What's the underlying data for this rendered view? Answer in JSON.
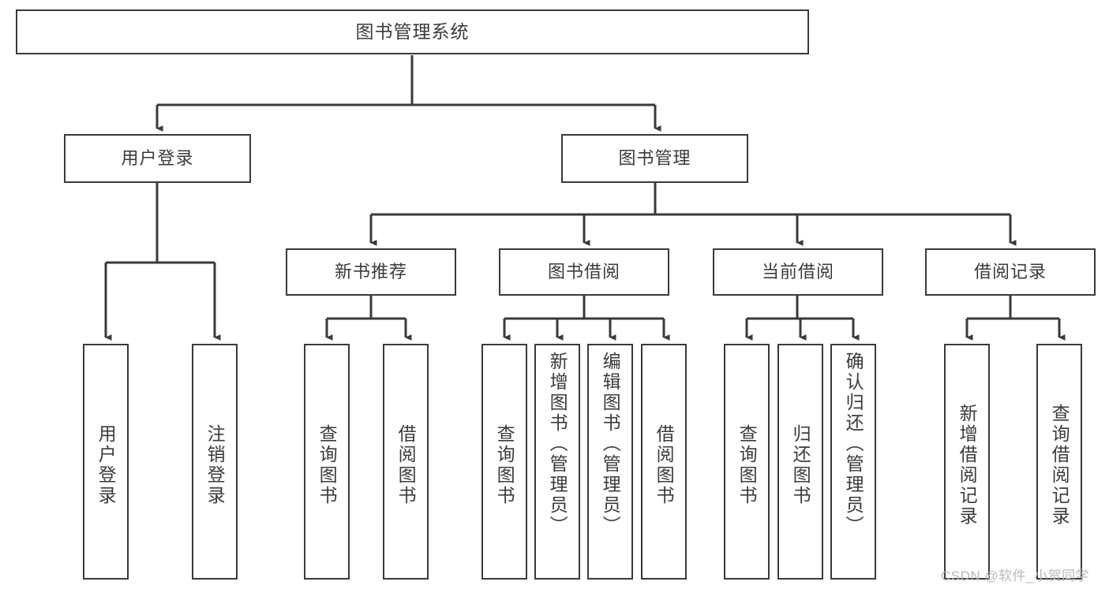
{
  "diagram": {
    "title": "图书管理系统",
    "type": "tree",
    "watermark": "CSDN @软件_小贺同学",
    "stroke_color": "#3a3a3a",
    "text_color": "#3b3b3b",
    "background_color": "#ffffff"
  },
  "nodes": {
    "root": {
      "label": "图书管理系统"
    },
    "level2": [
      {
        "id": "user-login",
        "label": "用户登录"
      },
      {
        "id": "book-management",
        "label": "图书管理"
      }
    ],
    "level3": [
      {
        "id": "new-book-recommend",
        "label": "新书推荐"
      },
      {
        "id": "book-borrow",
        "label": "图书借阅"
      },
      {
        "id": "current-borrow",
        "label": "当前借阅"
      },
      {
        "id": "borrow-record",
        "label": "借阅记录"
      }
    ],
    "leaves": {
      "user_login": [
        {
          "id": "leaf-user-login",
          "label": "用户登录"
        },
        {
          "id": "leaf-logout-login",
          "label": "注销登录"
        }
      ],
      "new_book_recommend": [
        {
          "id": "leaf-query-book-1",
          "label": "查询图书"
        },
        {
          "id": "leaf-borrow-book-1",
          "label": "借阅图书"
        }
      ],
      "book_borrow": [
        {
          "id": "leaf-query-book-2",
          "label": "查询图书"
        },
        {
          "id": "leaf-add-book",
          "label": "新增图书（管理员）"
        },
        {
          "id": "leaf-edit-book",
          "label": "编辑图书（管理员）"
        },
        {
          "id": "leaf-borrow-book-2",
          "label": "借阅图书"
        }
      ],
      "current_borrow": [
        {
          "id": "leaf-query-book-3",
          "label": "查询图书"
        },
        {
          "id": "leaf-return-book",
          "label": "归还图书"
        },
        {
          "id": "leaf-confirm-return",
          "label": "确认归还（管理员）"
        }
      ],
      "borrow_record": [
        {
          "id": "leaf-add-borrow-record",
          "label": "新增借阅记录"
        },
        {
          "id": "leaf-query-borrow-record",
          "label": "查询借阅记录"
        }
      ]
    }
  }
}
